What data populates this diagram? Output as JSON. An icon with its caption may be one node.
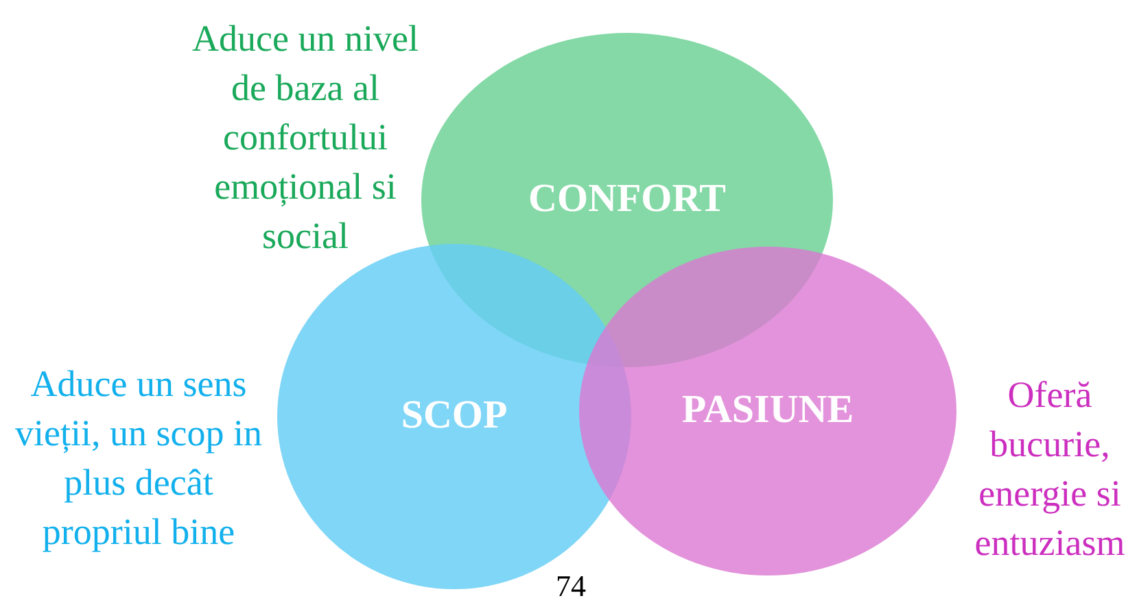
{
  "diagram": {
    "nodes": [
      {
        "text": [
          "CONFORT"
        ],
        "beside": [
          "Aduce un nivel de baza al confortului emoțional si social"
        ]
      },
      {
        "text": [
          "SCOP"
        ],
        "beside": [
          "Aduce un sens vieții, un scop in plus decât propriul bine"
        ]
      },
      {
        "text": [
          "PASIUNE"
        ],
        "beside": [
          "Oferă bucurie, energie si entuziasm"
        ]
      }
    ],
    "labels": [
      "74"
    ]
  }
}
